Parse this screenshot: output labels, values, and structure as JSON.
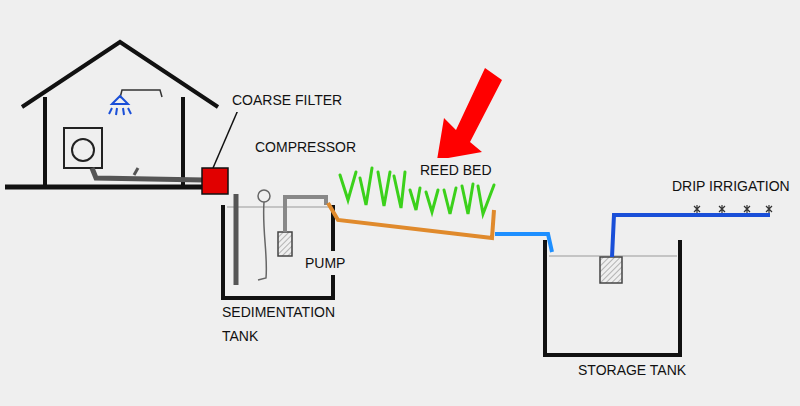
{
  "diagram": {
    "labels": [
      "COARSE FILTER",
      "COMPRESSOR",
      "REED BED",
      "PUMP",
      "SEDIMENTATION TANK",
      "DRIP IRRIGATION",
      "STORAGE TANK"
    ]
  }
}
